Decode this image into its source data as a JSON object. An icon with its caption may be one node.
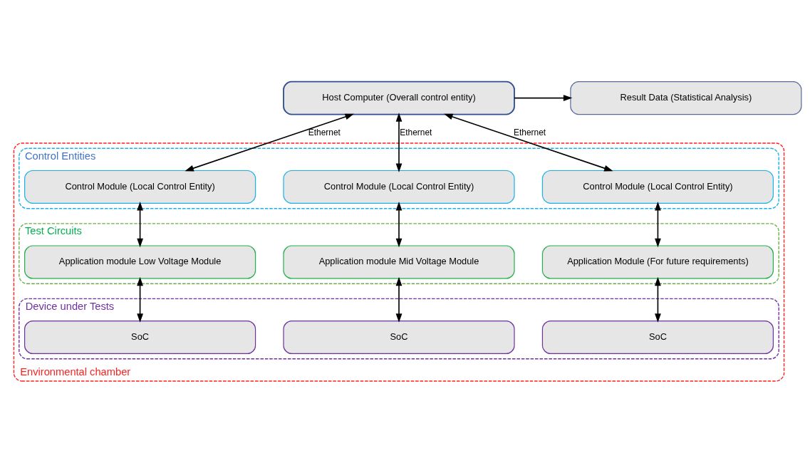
{
  "diagram": {
    "nodes": [
      {
        "text": [
          "Host Computer (Overall control entity)"
        ]
      },
      {
        "text": [
          "Result Data (Statistical Analysis)"
        ]
      },
      {
        "text": [
          "Environmental chamber"
        ]
      },
      {
        "text": [
          "Control Entities"
        ],
        "in": 2
      },
      {
        "text": [
          "Control Module (Local Control Entity)"
        ],
        "in": 3
      },
      {
        "text": [
          "Control Module (Local Control Entity)"
        ],
        "in": 3
      },
      {
        "text": [
          "Control Module (Local Control Entity)"
        ],
        "in": 3
      },
      {
        "text": [
          "Test Circuits"
        ],
        "in": 2
      },
      {
        "text": [
          "Application module Low Voltage Module"
        ],
        "in": 7
      },
      {
        "text": [
          "Application module Mid Voltage Module"
        ],
        "in": 7
      },
      {
        "text": [
          "Application Module (For future requirements)"
        ],
        "in": 7
      },
      {
        "text": [
          "Device under Tests"
        ],
        "in": 2
      },
      {
        "text": [
          "SoC"
        ],
        "in": 11
      },
      {
        "text": [
          "SoC"
        ],
        "in": 11
      },
      {
        "text": [
          "SoC"
        ],
        "in": 11
      }
    ],
    "edges": [
      {
        "from": 0,
        "to": 1,
        "arrow": "to"
      },
      {
        "from": 0,
        "to": 4,
        "arrow": "both",
        "label": "Ethernet"
      },
      {
        "from": 0,
        "to": 5,
        "arrow": "both",
        "label": "Ethernet"
      },
      {
        "from": 0,
        "to": 6,
        "arrow": "both",
        "label": "Ethernet"
      },
      {
        "from": 4,
        "to": 8,
        "arrow": "both"
      },
      {
        "from": 5,
        "to": 9,
        "arrow": "both"
      },
      {
        "from": 6,
        "to": 10,
        "arrow": "both"
      },
      {
        "from": 8,
        "to": 12,
        "arrow": "both"
      },
      {
        "from": 9,
        "to": 13,
        "arrow": "both"
      },
      {
        "from": 10,
        "to": 14,
        "arrow": "both"
      }
    ]
  }
}
